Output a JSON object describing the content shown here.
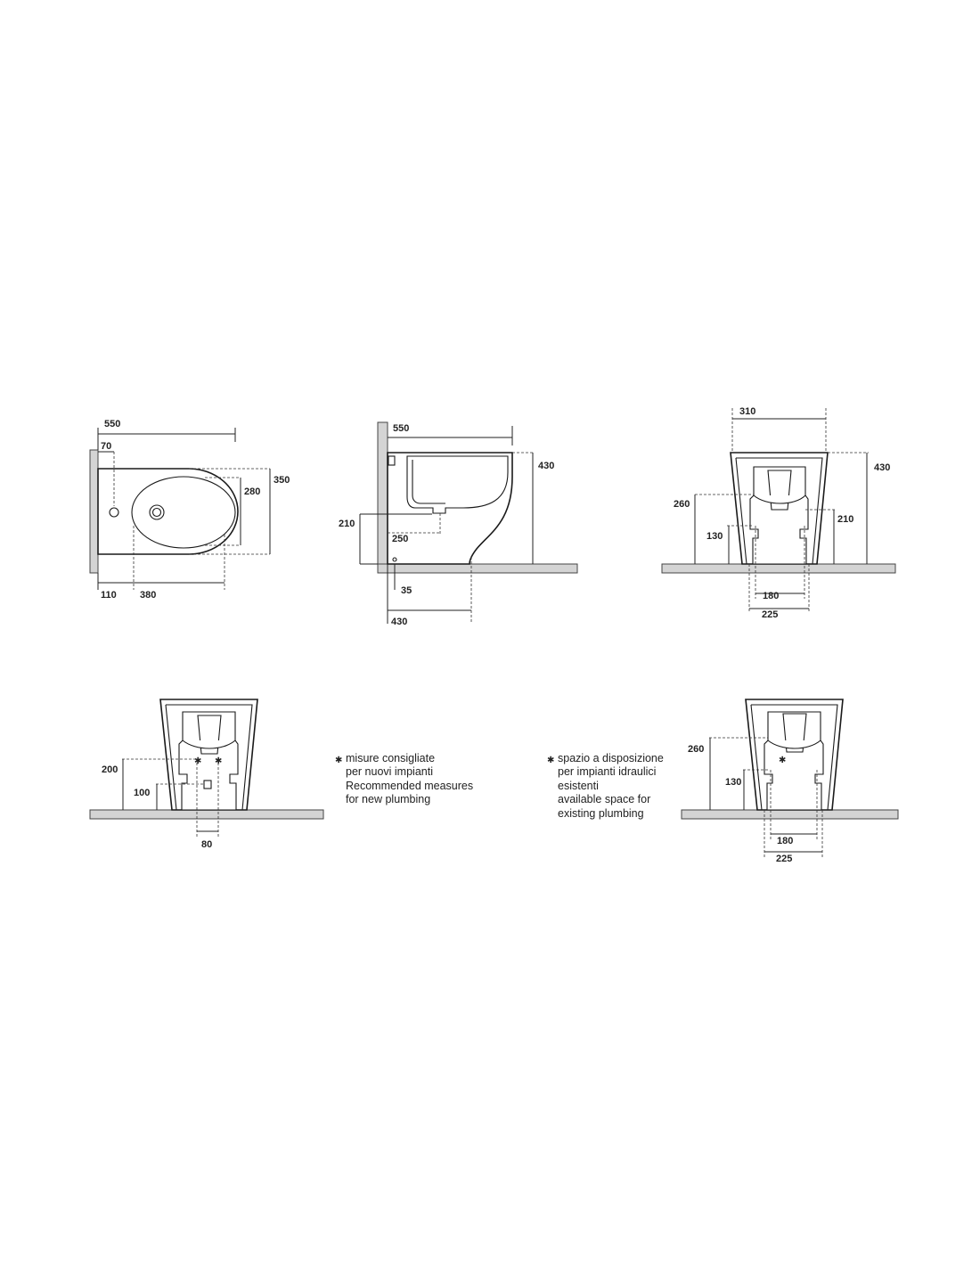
{
  "top_view": {
    "dims": {
      "total_length": "550",
      "wall_offset": "70",
      "rim_width": "350",
      "bowl_width": "280",
      "hole_offset": "110",
      "bowl_length": "380"
    }
  },
  "side_view": {
    "dims": {
      "total_length": "550",
      "height": "430",
      "drain_height": "210",
      "drain_depth": "250",
      "fixing_offset": "35",
      "base_depth": "430"
    }
  },
  "front_view": {
    "dims": {
      "top_width": "310",
      "height": "430",
      "zone_height": "260",
      "drain_height": "210",
      "supply_height": "130",
      "inner_width": "180",
      "outer_width": "225"
    }
  },
  "new_plumbing_view": {
    "dims": {
      "supply_height": "200",
      "drain_height": "100",
      "supply_spacing": "80"
    },
    "note": {
      "symbol": "✱",
      "lines": [
        "misure consigliate",
        "per nuovi impianti",
        "Recommended measures",
        "for new plumbing"
      ]
    }
  },
  "existing_plumbing_view": {
    "dims": {
      "zone_height": "260",
      "supply_height": "130",
      "inner_width": "180",
      "outer_width": "225"
    },
    "note": {
      "symbol": "✱",
      "lines": [
        "spazio a disposizione",
        "per impianti idraulici",
        "esistenti",
        "available space for",
        "existing plumbing"
      ]
    }
  }
}
